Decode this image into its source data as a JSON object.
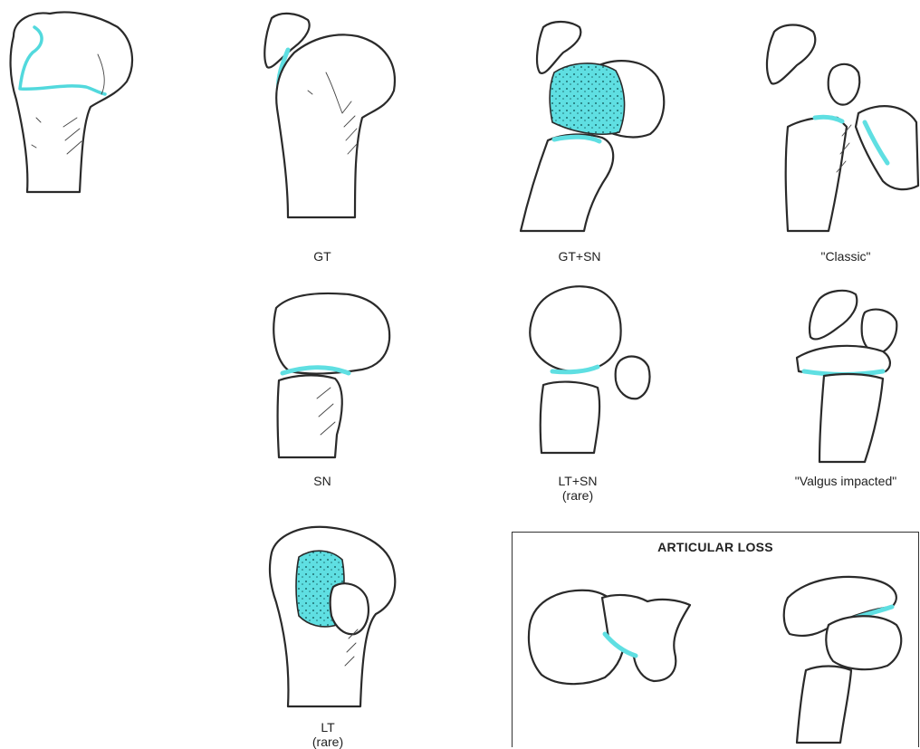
{
  "panels": [
    {
      "id": "normal",
      "label": ""
    },
    {
      "id": "gt",
      "label": "GT"
    },
    {
      "id": "gt_sn",
      "label": "GT+SN"
    },
    {
      "id": "classic",
      "label": "\"Classic\""
    },
    {
      "id": "sn",
      "label": "SN"
    },
    {
      "id": "lt_sn",
      "label": "LT+SN",
      "sublabel": "(rare)"
    },
    {
      "id": "valgus",
      "label": "\"Valgus impacted\""
    },
    {
      "id": "lt",
      "label": "LT",
      "sublabel": "(rare)"
    }
  ],
  "articular_box": {
    "title": "ARTICULAR LOSS"
  },
  "colors": {
    "fracture": "#5fdfe2",
    "line": "#2a2a2a"
  }
}
